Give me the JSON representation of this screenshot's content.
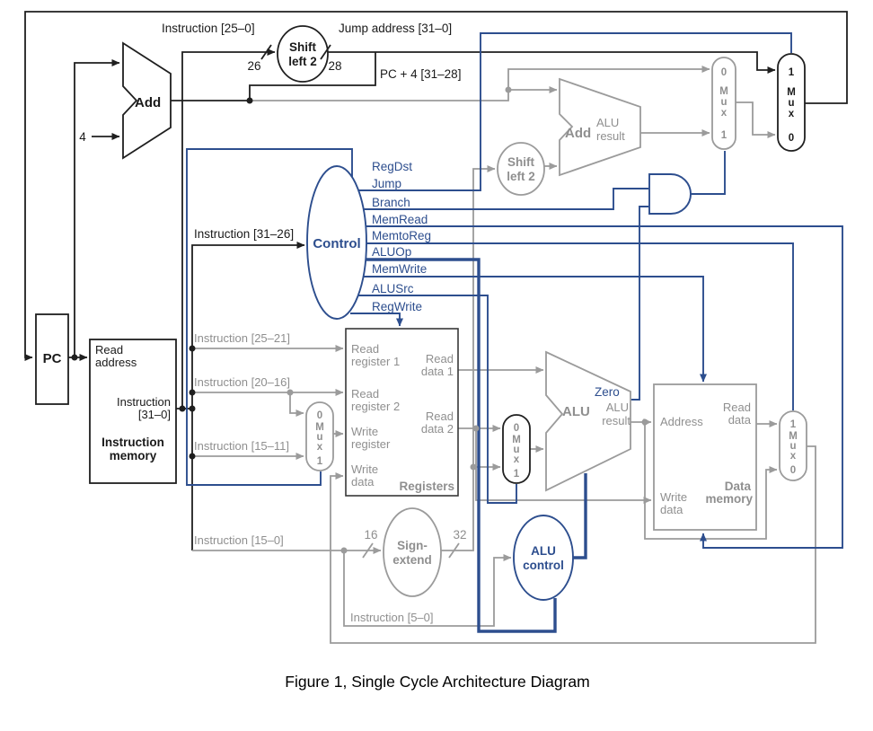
{
  "figure_caption": "Figure 1, Single Cycle Architecture Diagram",
  "colors": {
    "control_blue": "#2d4e8e",
    "datapath_gray": "#9b9b9b",
    "main_black": "#1f1f1f"
  },
  "pc": {
    "label": "PC"
  },
  "constant_four": "4",
  "instruction_memory": {
    "title": [
      "Instruction",
      "memory"
    ],
    "read_address": [
      "Read",
      "address"
    ],
    "instruction_out": [
      "Instruction",
      "[31–0]"
    ]
  },
  "registers": {
    "title": "Registers",
    "read_register_1": [
      "Read",
      "register 1"
    ],
    "read_register_2": [
      "Read",
      "register 2"
    ],
    "write_register": [
      "Write",
      "register"
    ],
    "write_data": [
      "Write",
      "data"
    ],
    "read_data_1": [
      "Read",
      "data 1"
    ],
    "read_data_2": [
      "Read",
      "data 2"
    ]
  },
  "data_memory": {
    "title": [
      "Data",
      "memory"
    ],
    "address": "Address",
    "read_data": [
      "Read",
      "data"
    ],
    "write_data": [
      "Write",
      "data"
    ]
  },
  "adders": {
    "pc_add": "Add",
    "branch_add": "Add",
    "branch_add_result": [
      "ALU",
      "result"
    ]
  },
  "alu": {
    "label": "ALU",
    "result": [
      "ALU",
      "result"
    ],
    "zero": "Zero"
  },
  "shift_left_2_jump": [
    "Shift",
    "left 2"
  ],
  "shift_left_2_branch": [
    "Shift",
    "left 2"
  ],
  "sign_extend": [
    "Sign-",
    "extend"
  ],
  "alu_control": [
    "ALU",
    "control"
  ],
  "control": {
    "label": "Control",
    "signals": [
      "RegDst",
      "Jump",
      "Branch",
      "MemRead",
      "MemtoReg",
      "ALUOp",
      "MemWrite",
      "ALUSrc",
      "RegWrite"
    ]
  },
  "wire_labels": {
    "instr_25_0": "Instruction [25–0]",
    "jump_address": "Jump address [31–0]",
    "pc_plus_4": "PC + 4 [31–28]",
    "instr_31_26": "Instruction [31–26]",
    "instr_25_21": "Instruction [25–21]",
    "instr_20_16": "Instruction [20–16]",
    "instr_15_11": "Instruction [15–11]",
    "instr_15_0": "Instruction [15–0]",
    "instr_5_0": "Instruction [5–0]"
  },
  "bit_widths": {
    "jump_in": "26",
    "jump_out": "28",
    "sign_in": "16",
    "sign_out": "32"
  },
  "muxes": {
    "jump": [
      "1",
      "M",
      "u",
      "x",
      "0"
    ],
    "branch": [
      "0",
      "M",
      "u",
      "x",
      "1"
    ],
    "regdst": [
      "0",
      "M",
      "u",
      "x",
      "1"
    ],
    "alusrc": [
      "0",
      "M",
      "u",
      "x",
      "1"
    ],
    "memtoreg": [
      "1",
      "M",
      "u",
      "x",
      "0"
    ]
  }
}
